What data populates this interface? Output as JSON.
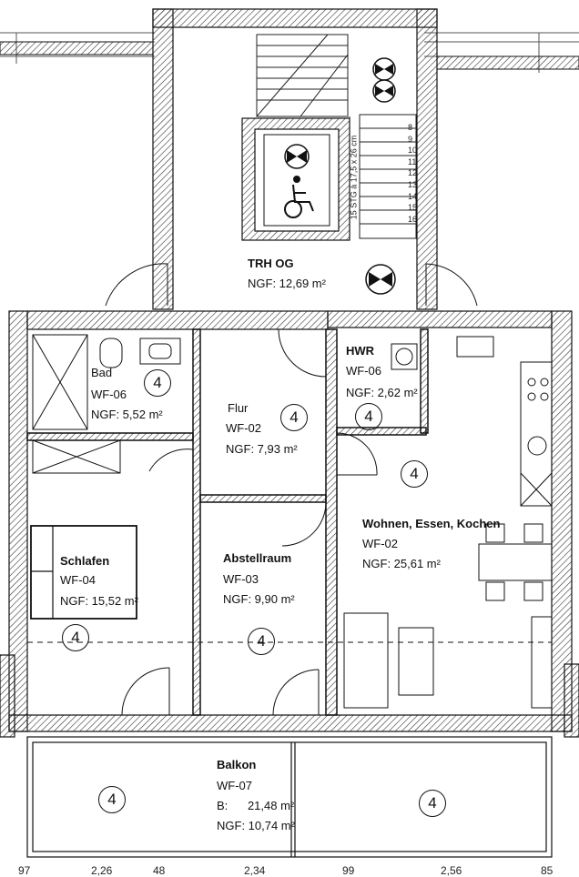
{
  "rooms": [
    {
      "name": "TRH OG",
      "wf": "",
      "area": "NGF: 12,69 m²",
      "number": ""
    },
    {
      "name": "Bad",
      "wf": "WF-06",
      "area": "NGF: 5,52 m²",
      "number": "4"
    },
    {
      "name": "Flur",
      "wf": "WF-02",
      "area": "NGF: 7,93 m²",
      "number": "4"
    },
    {
      "name": "HWR",
      "wf": "WF-06",
      "area": "NGF: 2,62 m²",
      "number": "4"
    },
    {
      "name": "Wohnen, Essen, Kochen",
      "wf": "WF-02",
      "area": "NGF: 25,61 m²",
      "number": "4"
    },
    {
      "name": "Schlafen",
      "wf": "WF-04",
      "area": "NGF: 15,52 m²",
      "number": "4"
    },
    {
      "name": "Abstellraum",
      "wf": "WF-03",
      "area": "NGF: 9,90 m²",
      "number": "4"
    },
    {
      "name": "Balkon",
      "wf": "WF-07",
      "area_b": "B:      21,48 m²",
      "area": "NGF: 10,74 m²",
      "number": "4",
      "number2": "4"
    }
  ],
  "stair": {
    "note": "15 STG à 17,5 x 26 cm",
    "steps": [
      "8",
      "9",
      "10",
      "11",
      "12",
      "13",
      "14",
      "15",
      "16"
    ]
  },
  "dimensions": [
    "97",
    "2,26",
    "48",
    "2,34",
    "99",
    "2,56",
    "85"
  ],
  "colors": {
    "line": "#111111",
    "hatch": "#333333",
    "background": "#ffffff"
  }
}
